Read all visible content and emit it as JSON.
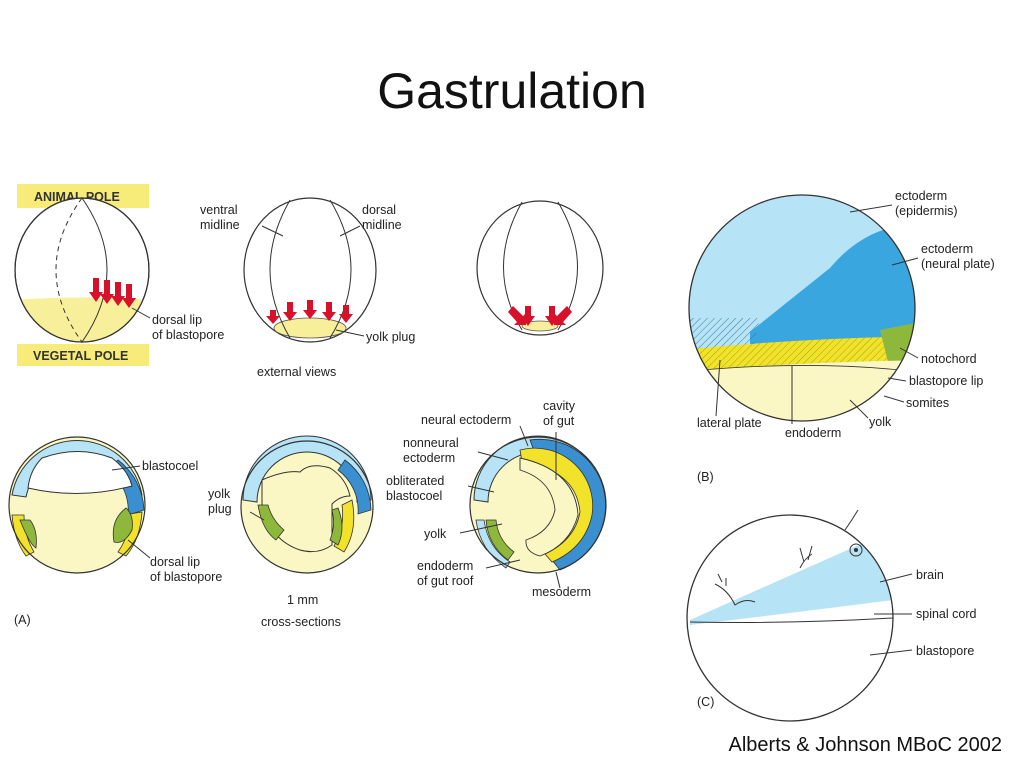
{
  "slide": {
    "title": "Gastrulation",
    "citation": "Alberts & Johnson MBoC 2002"
  },
  "panel_a": {
    "letter": "(A)",
    "animal_pole": "ANIMAL POLE",
    "vegetal_pole": "VEGETAL POLE",
    "ventral_midline": [
      "ventral",
      "midline"
    ],
    "dorsal_midline": [
      "dorsal",
      "midline"
    ],
    "dorsal_lip_top": [
      "dorsal lip",
      "of blastopore"
    ],
    "yolk_plug_top": "yolk plug",
    "external_views": "external views",
    "blastocoel": "blastocoel",
    "dorsal_lip_bottom": [
      "dorsal lip",
      "of blastopore"
    ],
    "yolk_plug_bottom": [
      "yolk",
      "plug"
    ],
    "scale": "1 mm",
    "cross_sections": "cross-sections",
    "neural_ectoderm": "neural ectoderm",
    "cavity_of_gut": [
      "cavity",
      "of gut"
    ],
    "nonneural_ectoderm": [
      "nonneural",
      "ectoderm"
    ],
    "obliterated_blastocoel": [
      "obliterated",
      "blastocoel"
    ],
    "yolk": "yolk",
    "endoderm_gut_roof": [
      "endoderm",
      "of gut roof"
    ],
    "mesoderm": "mesoderm"
  },
  "panel_b": {
    "letter": "(B)",
    "ectoderm_epidermis": [
      "ectoderm",
      "(epidermis)"
    ],
    "ectoderm_neural_plate": [
      "ectoderm",
      "(neural plate)"
    ],
    "notochord": "notochord",
    "blastopore_lip": "blastopore lip",
    "somites": "somites",
    "yolk": "yolk",
    "lateral_plate": "lateral plate",
    "endoderm": "endoderm"
  },
  "panel_c": {
    "letter": "(C)",
    "brain": "brain",
    "spinal_cord": "spinal cord",
    "blastopore": "blastopore"
  },
  "colors": {
    "pole_label_bg": "#f7ec7a",
    "yolk": "#fbf7c4",
    "arrow_red": "#d8102a",
    "ectoderm_light": "#b6e3f5",
    "neural_plate": "#3aa6df",
    "mesoderm_yellow": "#f2e32a",
    "endoderm_green": "#8db83c",
    "gut_blue": "#3a8fd0"
  }
}
